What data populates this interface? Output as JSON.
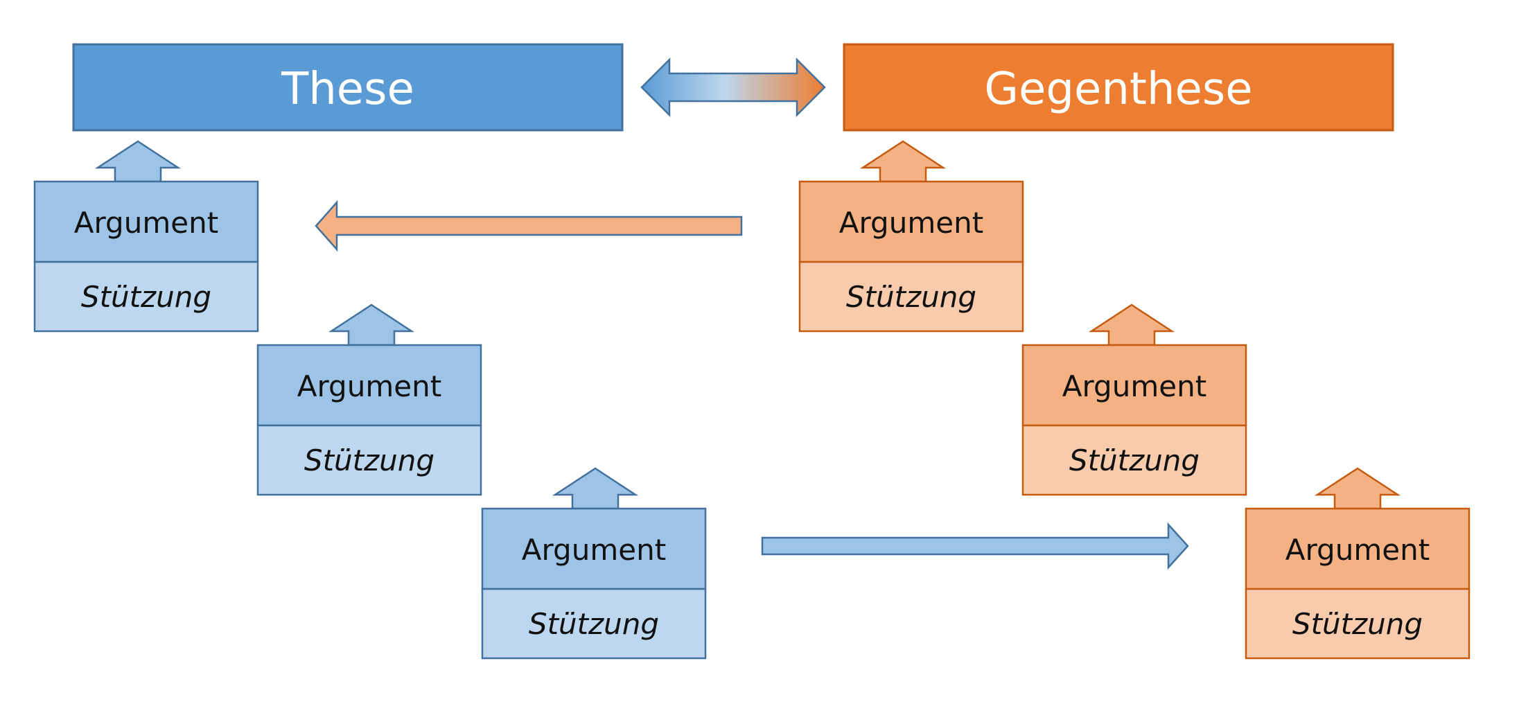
{
  "colors": {
    "blue_main": "#5b9bd5",
    "blue_main_stroke": "#41719c",
    "blue_argument": "#9dc3e6",
    "blue_stuetzung": "#bdd7ee",
    "blue_stroke": "#41719c",
    "orange_main": "#ed7d31",
    "orange_main_stroke": "#c55a11",
    "orange_argument": "#f4b183",
    "orange_stuetzung": "#f8cbad",
    "orange_stroke": "#c55a11"
  },
  "these": {
    "label": "These"
  },
  "gegenthese": {
    "label": "Gegenthese"
  },
  "these_arguments": [
    {
      "argument": "Argument",
      "stuetzung": "Stützung"
    },
    {
      "argument": "Argument",
      "stuetzung": "Stützung"
    },
    {
      "argument": "Argument",
      "stuetzung": "Stützung"
    }
  ],
  "gegenthese_arguments": [
    {
      "argument": "Argument",
      "stuetzung": "Stützung"
    },
    {
      "argument": "Argument",
      "stuetzung": "Stützung"
    },
    {
      "argument": "Argument",
      "stuetzung": "Stützung"
    }
  ],
  "icons": {
    "double_arrow": "double-headed-arrow-icon",
    "up_arrow": "up-arrow-icon",
    "left_arrow": "left-arrow-icon",
    "right_arrow": "right-arrow-icon"
  }
}
